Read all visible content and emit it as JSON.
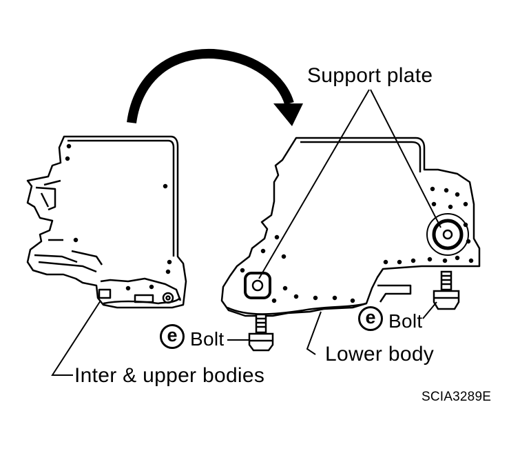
{
  "labels": {
    "support_plate": "Support plate",
    "inter_upper_bodies": "Inter & upper bodies",
    "lower_body": "Lower body",
    "bolt": "Bolt",
    "badge_letter": "e",
    "figure_code": "SCIA3289E"
  },
  "icons": [
    "curved-arrow-icon",
    "bolt-icon",
    "e-badge-icon"
  ],
  "colors": {
    "ink": "#000000",
    "paper": "#ffffff"
  }
}
